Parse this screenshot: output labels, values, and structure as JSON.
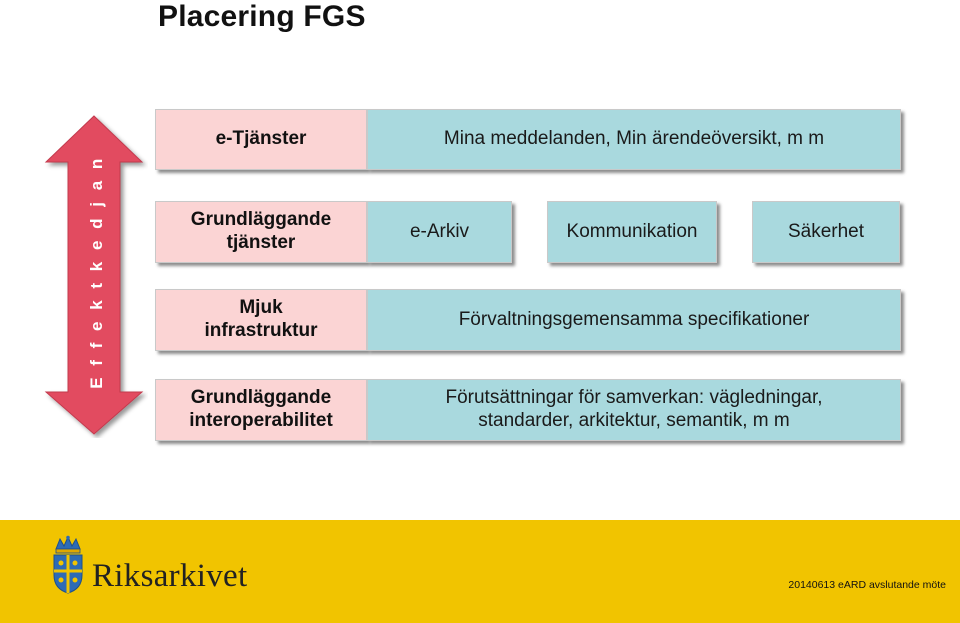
{
  "title": "Placering FGS",
  "arrow_label": "E f f e k t k e d j a n",
  "rows": [
    {
      "label": "e-Tjänster",
      "boxes": [
        "Mina meddelanden, Min ärendeöversikt, m m"
      ]
    },
    {
      "label": "Grundläggande tjänster",
      "boxes": [
        "e-Arkiv",
        "Kommunikation",
        "Säkerhet"
      ]
    },
    {
      "label": "Mjuk infrastruktur",
      "boxes": [
        "Förvaltningsgemensamma specifikationer"
      ]
    },
    {
      "label": "Grundläggande interoperabilitet",
      "boxes": [
        "Förutsättningar för samverkan: vägledningar, standarder, arkitektur, semantik, m m"
      ]
    }
  ],
  "logo": {
    "name": "Riksarkivet",
    "icon": "crown-shield-emblem-icon"
  },
  "footer_note": "20140613 eARD avslutande möte",
  "colors": {
    "label_bg": "#fbd4d4",
    "content_bg": "#a9d9de",
    "arrow": "#e24b60",
    "footer": "#f1c400"
  }
}
